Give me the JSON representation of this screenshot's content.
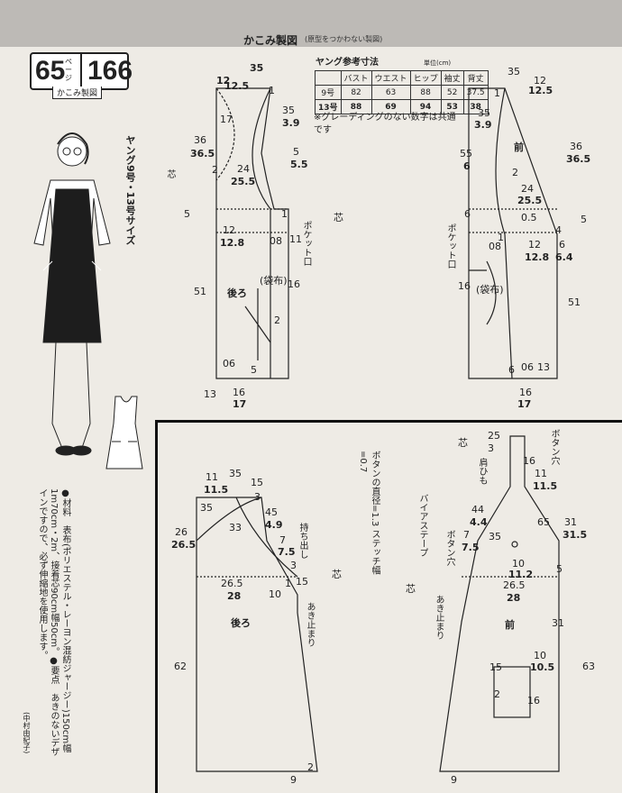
{
  "header": {
    "title": "かこみ製図",
    "subtitle": "(原型をつかわない製図)"
  },
  "page_box": {
    "page_left": "65",
    "page_small": "ページ",
    "page_right": "166",
    "caption": "かこみ製図"
  },
  "size_label": "ヤング9号・13号サイズ",
  "measure_table": {
    "title": "ヤング参考寸法",
    "unit": "単位(cm)",
    "headers": [
      "",
      "バスト",
      "ウエスト",
      "ヒップ",
      "袖丈",
      "背丈"
    ],
    "rows": [
      [
        "9号",
        "82",
        "63",
        "88",
        "52",
        "37.5"
      ],
      [
        "13号",
        "88",
        "69",
        "94",
        "53",
        "38"
      ]
    ],
    "note": "※グレーディングのない数字は共通です"
  },
  "material_text": "●材料　表布(ポリエステル・レーヨン混紡ジャージー)150cm幅1m70cm・2m、接着芯90cm幅50cm。●要点　あきのないデザインですので、必ず伸縮地を使用します。",
  "author": "(中村由紀子)",
  "button_note": "ボタンの直径=1.3 ステッチ幅=0.7",
  "labels": {
    "back": "後ろ",
    "front": "前",
    "pocket_cloth": "(袋布)",
    "pocket_opening": "ポケット口",
    "shin": "芯",
    "button_hole": "ボタン穴",
    "strap": "肩ひも",
    "bias_stitch": "バイアステープ",
    "mochidashi": "持ち出し",
    "akidomari": "あき止まり"
  },
  "tl_numbers": [
    "12",
    "35",
    "12.5",
    "1",
    "17",
    "35",
    "3.9",
    "36",
    "36.5",
    "5",
    "5.5",
    "2",
    "24",
    "25.5",
    "5",
    "1",
    "12",
    "12.8",
    "08",
    "11",
    "16",
    "51",
    "06",
    "5",
    "13",
    "16",
    "17",
    "2"
  ],
  "tr_numbers": [
    "35",
    "12",
    "12.5",
    "1",
    "35",
    "3.9",
    "36",
    "36.5",
    "55",
    "6",
    "2",
    "24",
    "25.5",
    "6",
    "0.5",
    "1",
    "08",
    "4",
    "12",
    "12.8",
    "6",
    "6.4",
    "5",
    "16",
    "51",
    "6",
    "06",
    "13",
    "16",
    "17"
  ],
  "bl_numbers": [
    "11",
    "11.5",
    "35",
    "15",
    "3",
    "35",
    "33",
    "26",
    "26.5",
    "45",
    "4.9",
    "7",
    "7.5",
    "3",
    "1",
    "26.5",
    "28",
    "15",
    "10",
    "62",
    "2",
    "9"
  ],
  "br_numbers": [
    "25",
    "3",
    "16",
    "11",
    "11.5",
    "44",
    "4.4",
    "7",
    "7.5",
    "35",
    "65",
    "31",
    "31.5",
    "10",
    "11.2",
    "5",
    "26.5",
    "28",
    "31",
    "10",
    "10.5",
    "15",
    "2",
    "16",
    "63",
    "9"
  ]
}
